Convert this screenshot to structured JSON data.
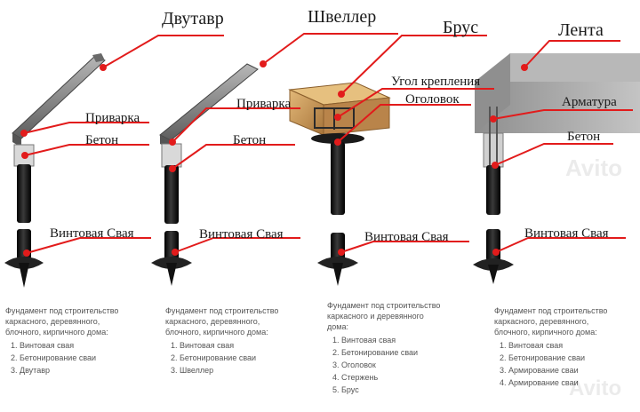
{
  "colors": {
    "leader": "#e21b1b",
    "pile": "#111111",
    "steel": "#8a8a8a",
    "wood": "#c99a5b",
    "concrete": "#9d9d9d"
  },
  "top_labels": {
    "dvutavr": "Двутавр",
    "shveller": "Швеллер",
    "brus": "Брус",
    "lenta": "Лента"
  },
  "part_labels": {
    "privarka1": "Приварка",
    "beton1": "Бетон",
    "privarka2": "Приварка",
    "beton2": "Бетон",
    "ugol": "Угол крепления",
    "ogolovok": "Оголовок",
    "armatura": "Арматура",
    "beton4": "Бетон"
  },
  "pile_labels": [
    "Винтовая Свая",
    "Винтовая Свая",
    "Винтовая Свая",
    "Винтовая Свая"
  ],
  "notes": [
    {
      "intro": "Фундамент под строительство\nкаркасного, деревянного,\nблочного, кирпичного дома:",
      "items": [
        "Винтовая свая",
        "Бетонирование сваи",
        "Двутавр"
      ]
    },
    {
      "intro": "Фундамент под строительство\nкаркасного, деревянного,\nблочного, кирпичного дома:",
      "items": [
        "Винтовая свая",
        "Бетонирование сваи",
        "Швеллер"
      ]
    },
    {
      "intro": "Фундамент под строительство\nкаркасного и деревянного\nдома:",
      "items": [
        "Винтовая свая",
        "Бетонирование сваи",
        "Оголовок",
        "Стержень",
        "Брус"
      ]
    },
    {
      "intro": "Фундамент под строительство\nкаркасного, деревянного,\nблочного, кирпичного дома:",
      "items": [
        "Винтовая свая",
        "Бетонирование сваи",
        "Армирование сваи",
        "Армирование сваи"
      ]
    }
  ],
  "watermark": "Avito"
}
